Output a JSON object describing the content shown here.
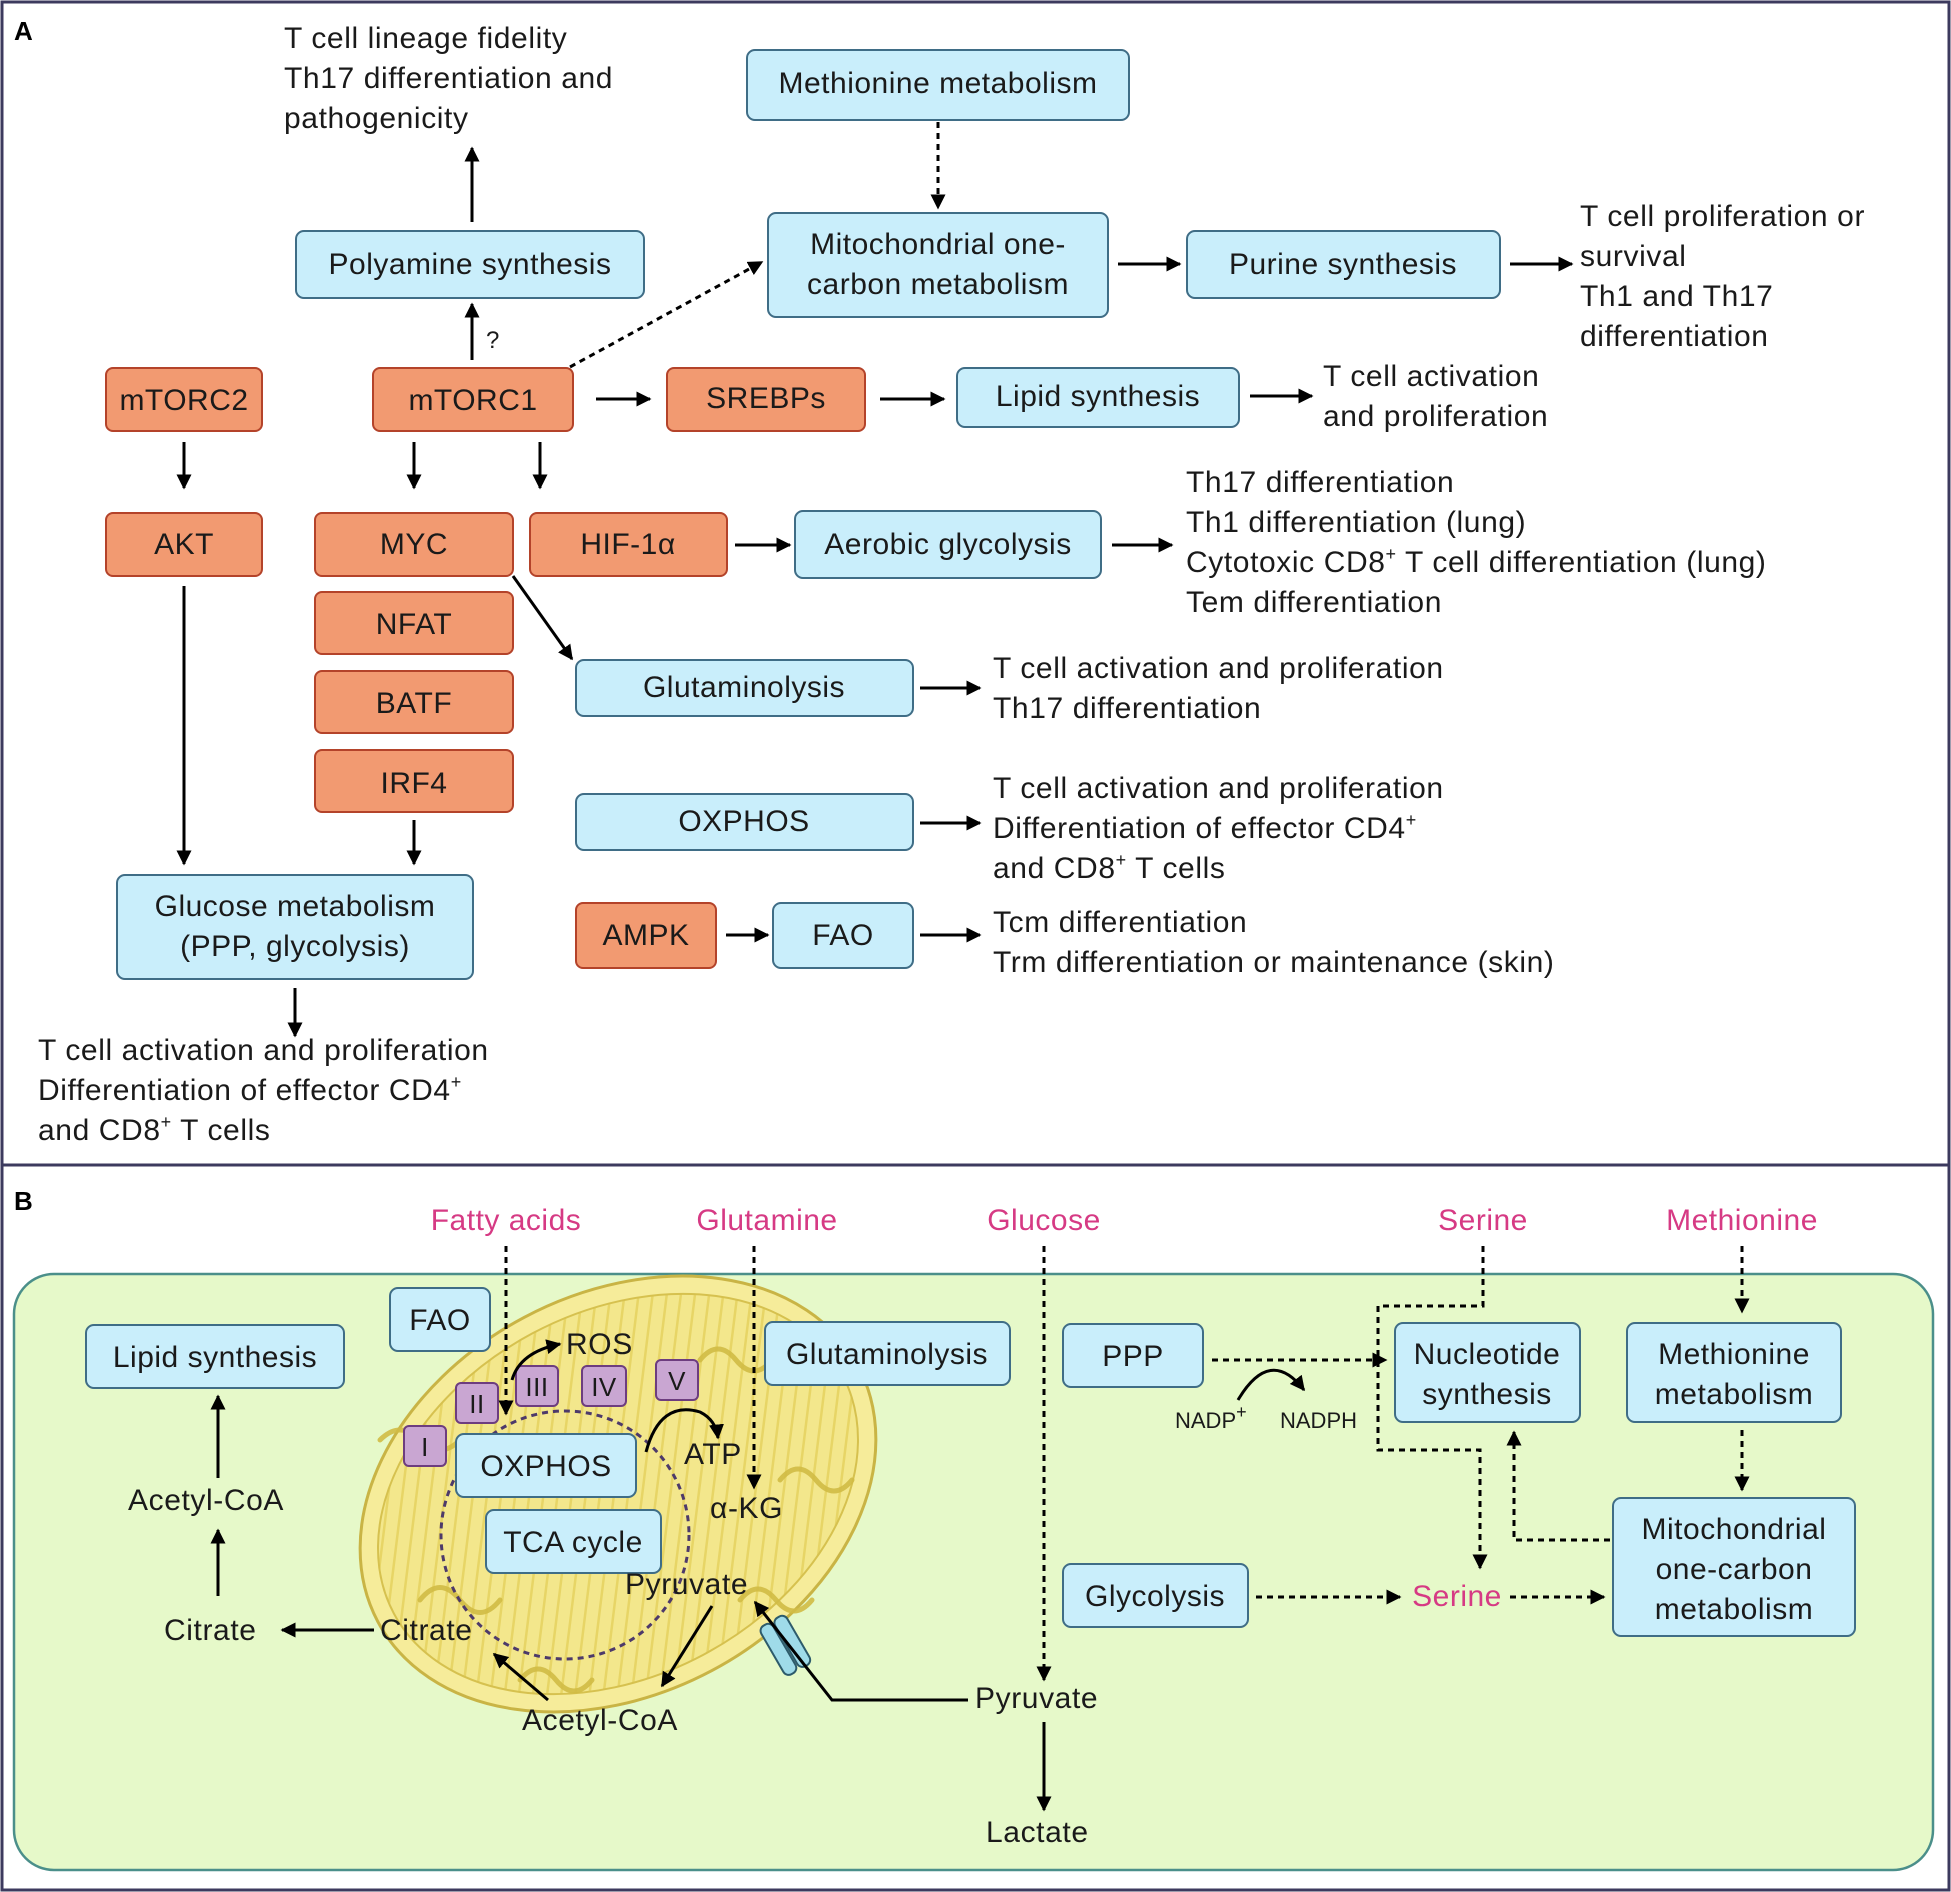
{
  "panel_a": {
    "letter": "A",
    "signaling": {
      "mtorc2": "mTORC2",
      "mtorc1": "mTORC1",
      "akt": "AKT",
      "myc": "MYC",
      "nfat": "NFAT",
      "batf": "BATF",
      "irf4": "IRF4",
      "hif1a": "HIF-1α",
      "srebps": "SREBPs",
      "ampk": "AMPK"
    },
    "question_mark": "?",
    "pathways": {
      "methionine_metabolism": "Methionine metabolism",
      "polyamine_synthesis": "Polyamine synthesis",
      "mito_one_carbon_line1": "Mitochondrial one-",
      "mito_one_carbon_line2": "carbon metabolism",
      "purine_synthesis": "Purine synthesis",
      "lipid_synthesis": "Lipid synthesis",
      "aerobic_glycolysis": "Aerobic glycolysis",
      "glutaminolysis": "Glutaminolysis",
      "oxphos": "OXPHOS",
      "fao": "FAO",
      "glucose_metabolism_line1": "Glucose metabolism",
      "glucose_metabolism_line2": "(PPP, glycolysis)"
    },
    "outcomes": {
      "polyamine": [
        "T cell lineage fidelity",
        "Th17 differentiation and",
        "pathogenicity"
      ],
      "purine": [
        "T cell proliferation or",
        "survival",
        "Th1 and Th17",
        "differentiation"
      ],
      "lipid": [
        "T cell activation",
        "and proliferation"
      ],
      "aerobic": {
        "line1": "Th17 differentiation",
        "line2": "Th1 differentiation (lung)",
        "line3_pre": "Cytotoxic CD8",
        "line3_sup": "+",
        "line3_post": " T cell differentiation (lung)",
        "line4": "Tem differentiation"
      },
      "glutaminolysis": [
        "T cell activation and proliferation",
        "Th17 differentiation"
      ],
      "oxphos": {
        "line1": "T cell activation and proliferation",
        "line2_pre": "Differentiation of effector CD4",
        "line2_sup": "+",
        "line3_pre": "and CD8",
        "line3_sup": "+",
        "line3_post": " T cells"
      },
      "fao": [
        "Tcm differentiation",
        "Trm differentiation or maintenance (skin)"
      ],
      "glucose": {
        "line1": "T cell activation and proliferation",
        "line2_pre": "Differentiation of effector CD4",
        "line2_sup": "+",
        "line3_pre": "and CD8",
        "line3_sup": "+",
        "line3_post": " T cells"
      }
    }
  },
  "panel_b": {
    "letter": "B",
    "nutrients": {
      "fatty_acids": "Fatty acids",
      "glutamine": "Glutamine",
      "glucose": "Glucose",
      "serine": "Serine",
      "methionine": "Methionine"
    },
    "boxes": {
      "lipid_synthesis": "Lipid synthesis",
      "fao": "FAO",
      "glutaminolysis": "Glutaminolysis",
      "oxphos": "OXPHOS",
      "tca_cycle": "TCA cycle",
      "ppp": "PPP",
      "nucleotide_line1": "Nucleotide",
      "nucleotide_line2": "synthesis",
      "methionine_line1": "Methionine",
      "methionine_line2": "metabolism",
      "mito_line1": "Mitochondrial",
      "mito_line2": "one-carbon",
      "mito_line3": "metabolism",
      "glycolysis": "Glycolysis"
    },
    "complexes": [
      "I",
      "II",
      "III",
      "IV",
      "V"
    ],
    "labels": {
      "ros": "ROS",
      "atp": "ATP",
      "akg": "α-KG",
      "pyruvate_inner": "Pyruvate",
      "citrate_inner": "Citrate",
      "acetyl_coa_inner": "Acetyl-CoA",
      "citrate_outer": "Citrate",
      "acetyl_coa_outer": "Acetyl-CoA",
      "pyruvate_outer": "Pyruvate",
      "lactate": "Lactate",
      "nadp": "NADP",
      "nadp_sup": "+",
      "nadph": "NADPH",
      "serine_mid": "Serine"
    }
  }
}
